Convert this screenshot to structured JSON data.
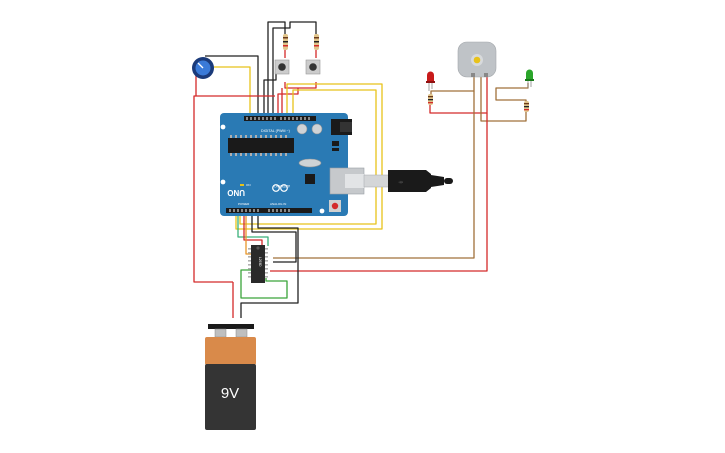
{
  "circuit": {
    "board": {
      "name": "Arduino UNO",
      "logo_text": "UNO",
      "brand_text": "ARDUINO",
      "section_digital": "DIGITAL (PWM ~)",
      "section_analog": "ANALOG IN",
      "section_power": "POWER",
      "on_label": "ON",
      "tx_label": "TX",
      "rx_label": "RX",
      "l_label": "L",
      "color": "#2a7ab4"
    },
    "battery": {
      "label": "9V",
      "body_color": "#343434",
      "cap_color": "#d98a4a"
    },
    "chip": {
      "label": "L293D"
    },
    "components": [
      "potentiometer",
      "pushbutton-1",
      "pushbutton-2",
      "resistor-1",
      "resistor-2",
      "dc-motor",
      "led-red",
      "led-green",
      "resistor-led-red",
      "resistor-led-green",
      "usb-cable"
    ],
    "wire_colors": {
      "red": "#d42a2a",
      "black": "#222222",
      "yellow": "#e8c21a",
      "orange": "#e8962a",
      "green": "#3aa53a",
      "teal": "#3ab07a",
      "brown": "#a0703a"
    }
  }
}
